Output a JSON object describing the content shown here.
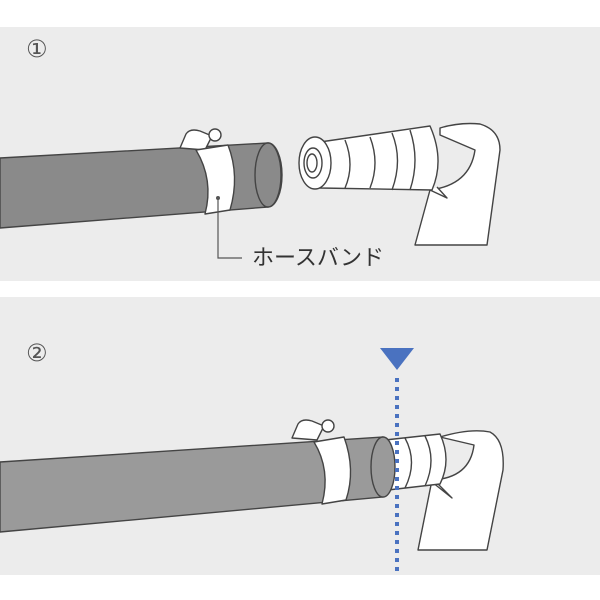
{
  "steps": [
    {
      "number": "①",
      "label": "ホースバンド"
    },
    {
      "number": "②"
    }
  ],
  "colors": {
    "panel": "#ececec",
    "hose": "#8a8a8a",
    "marker": "#4a72c0"
  }
}
